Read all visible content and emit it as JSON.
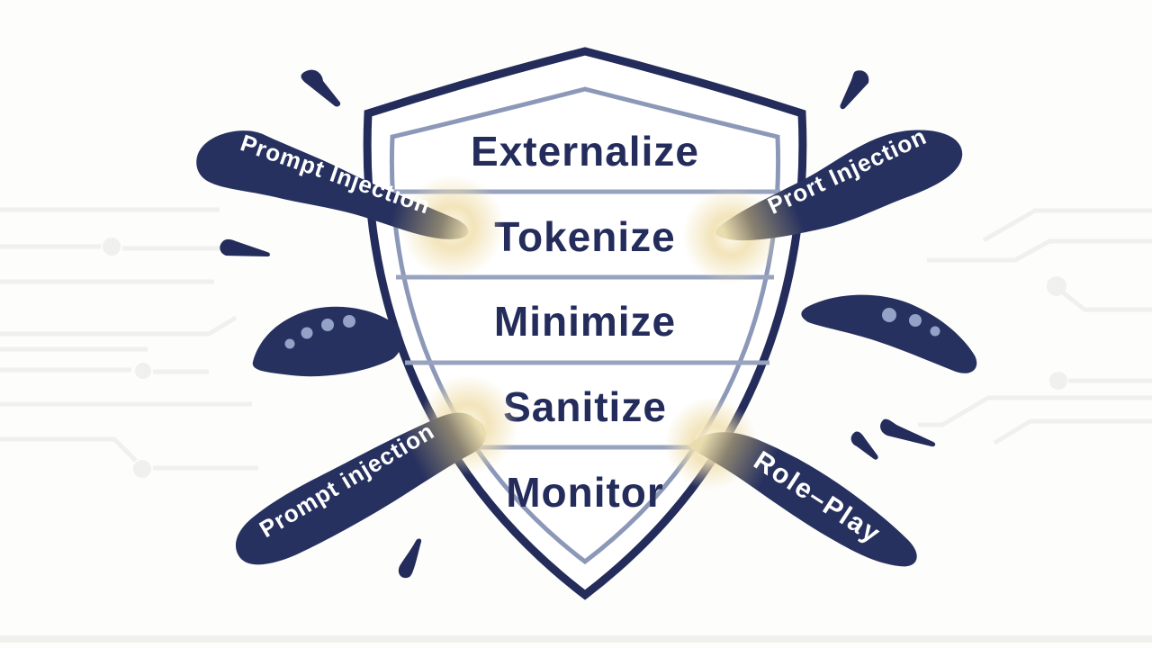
{
  "shield": {
    "layers": [
      "Externalize",
      "Tokenize",
      "Minimize",
      "Sanitize",
      "Monitor"
    ]
  },
  "attacks": {
    "top_left": "Prompt Injection",
    "top_right": "Prort Injection",
    "bottom_left": "Prompt injection",
    "bottom_right": "Role–Play"
  },
  "colors": {
    "background": "#fdfdfc",
    "navy": "#232c5b",
    "tentacle": "#27315f",
    "inner_border": "#8c98b7",
    "separator": "#98a3bf",
    "sucker_dot": "#93a2c6",
    "label_text": "#ffffff",
    "glow_core": "#fffdf2",
    "glow_warm": "#f0dfae",
    "circuit": "#f0f0ee"
  }
}
